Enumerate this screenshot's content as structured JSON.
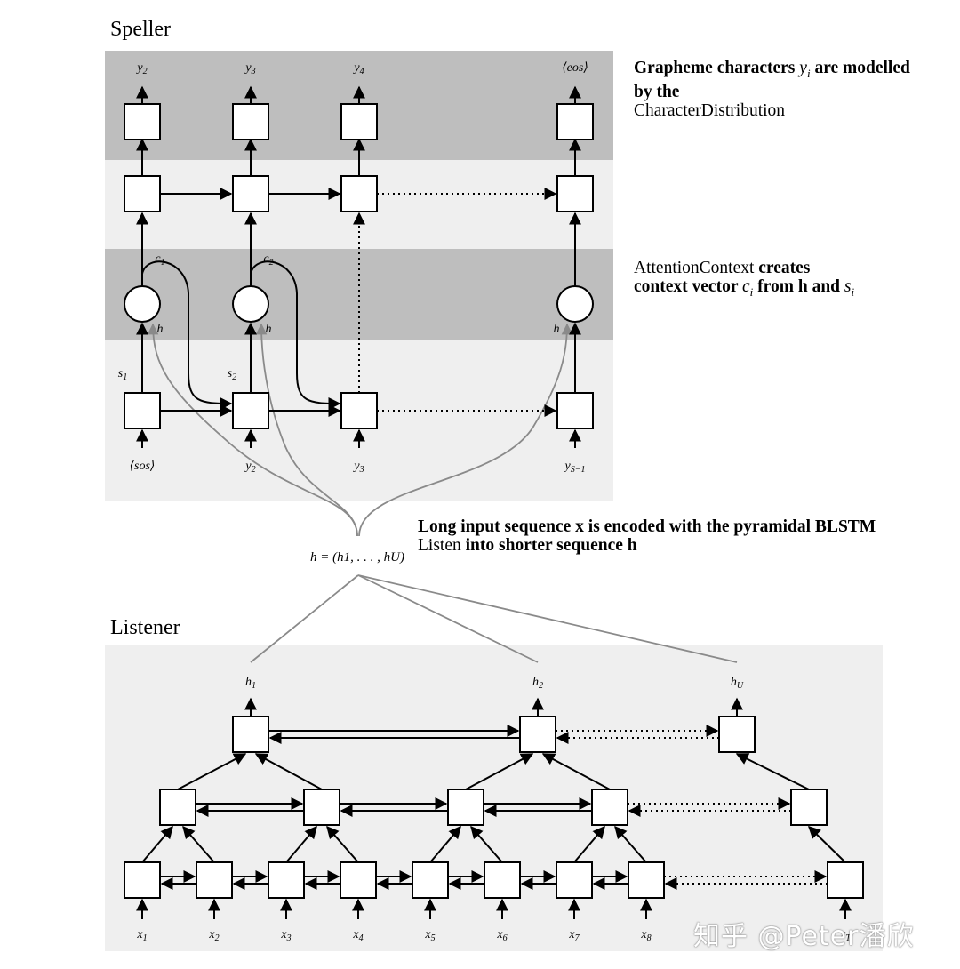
{
  "speller": {
    "title": "Speller",
    "outputs": [
      "y",
      "y",
      "y",
      "⟨eos⟩"
    ],
    "output_subs": [
      "2",
      "3",
      "4",
      ""
    ],
    "inputs": [
      "⟨sos⟩",
      "y",
      "y",
      "y"
    ],
    "input_subs": [
      "",
      "2",
      "3",
      "S−1"
    ],
    "contexts": [
      "c",
      "c"
    ],
    "context_subs": [
      "1",
      "2"
    ],
    "states": [
      "s",
      "s"
    ],
    "state_subs": [
      "1",
      "2"
    ],
    "h_label": "h"
  },
  "annotations": {
    "char_dist": {
      "bold1": "Grapheme characters ",
      "math": "y",
      "math_sub": "i",
      "bold2": " are modelled by the",
      "plain": "CharacterDistribution"
    },
    "attention": {
      "plain": "AttentionContext",
      "bold1": " creates context vector ",
      "math": "c",
      "math_sub": "i",
      "bold2": " from ",
      "bold_h": "h",
      "bold3": " and ",
      "math2": "s",
      "math2_sub": "i"
    },
    "listen": {
      "bold1": "Long input sequence ",
      "bold_x": "x",
      "bold2": " is encoded with the pyramidal BLSTM ",
      "plain": "Listen",
      "bold3": " into shorter sequence ",
      "bold_h": "h"
    }
  },
  "h_def": "h = (h1, . . . , hU)",
  "listener": {
    "title": "Listener",
    "outputs": [
      "h",
      "h",
      "h"
    ],
    "output_subs": [
      "1",
      "2",
      "U"
    ],
    "inputs": [
      "x",
      "x",
      "x",
      "x",
      "x",
      "x",
      "x",
      "x"
    ],
    "input_subs": [
      "1",
      "2",
      "3",
      "4",
      "5",
      "6",
      "7",
      "8"
    ],
    "last_input": "x",
    "last_input_sub": "T"
  },
  "watermark": "知乎 @Peter潘欣",
  "colors": {
    "band_dark": "#bebebe",
    "band_light": "#efefef",
    "listener_bg": "#efefef",
    "curve_gray": "#8a8a8a"
  }
}
